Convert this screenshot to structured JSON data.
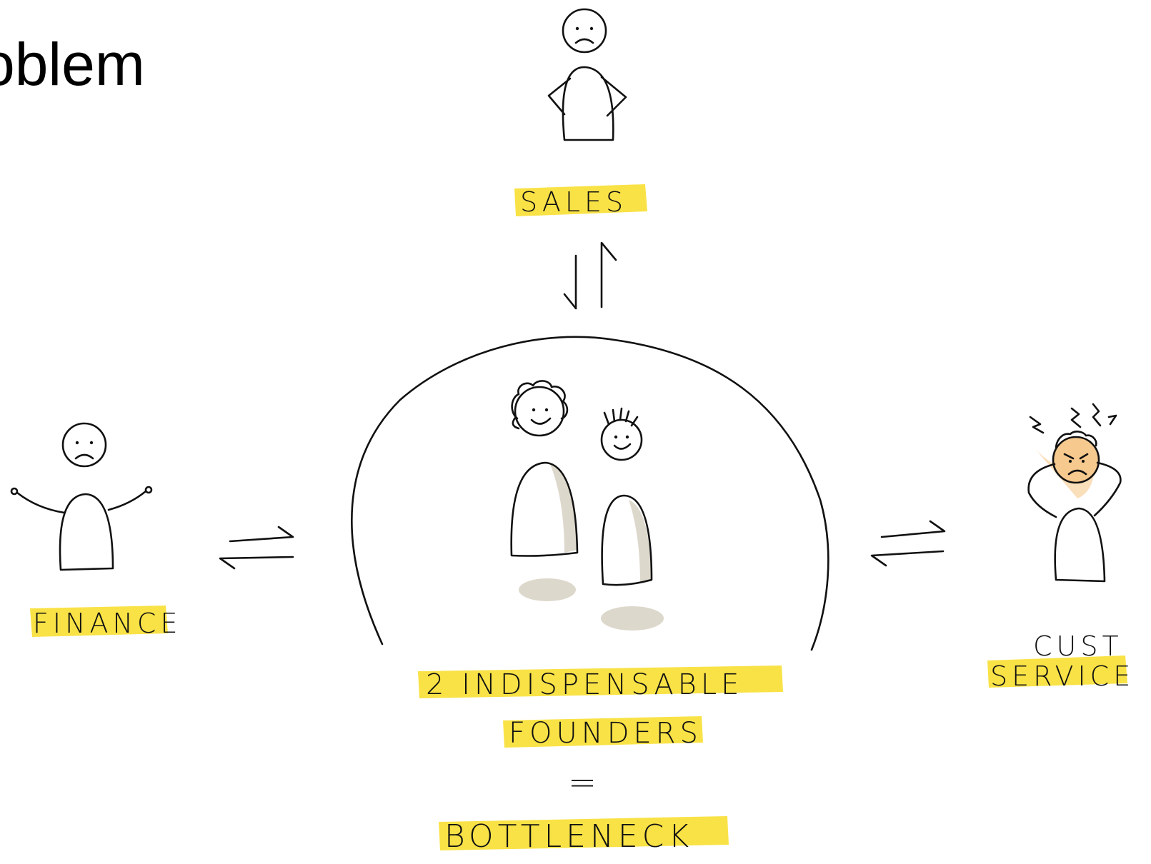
{
  "title": "oblem",
  "colors": {
    "highlight": "#f9e03c",
    "shadow": "#ddd8cc",
    "angry_face": "#f6c98e",
    "ink": "#111111"
  },
  "nodes": {
    "sales": {
      "label": "SALES",
      "mood": "sad"
    },
    "finance": {
      "label": "FINANCE",
      "mood": "sad"
    },
    "cust_service": {
      "line1": "CUST",
      "line2": "SERVICE",
      "mood": "angry"
    }
  },
  "center": {
    "line1": "2 INDISPENSABLE",
    "line2": "FOUNDERS",
    "equals": "=",
    "line3": "BOTTLENECK"
  },
  "icons": {
    "founders": "two-happy-founders-icon",
    "sales": "sad-person-hands-on-hips-icon",
    "finance": "sad-person-shrugging-icon",
    "cust_service": "angry-person-holding-head-icon",
    "arrows": "bidirectional-arrows-icon"
  }
}
